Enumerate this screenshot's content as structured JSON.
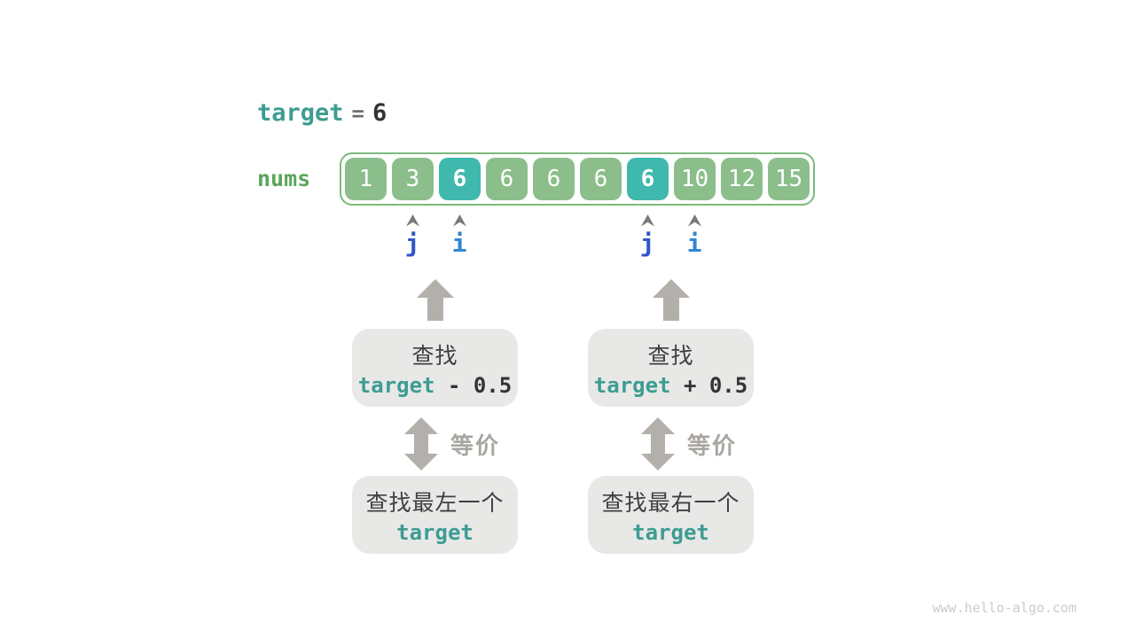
{
  "header": {
    "target_keyword": "target",
    "equals": "=",
    "value": "6"
  },
  "array": {
    "label": "nums",
    "cells": [
      {
        "value": "1",
        "highlight": false
      },
      {
        "value": "3",
        "highlight": false
      },
      {
        "value": "6",
        "highlight": true
      },
      {
        "value": "6",
        "highlight": false
      },
      {
        "value": "6",
        "highlight": false
      },
      {
        "value": "6",
        "highlight": false
      },
      {
        "value": "6",
        "highlight": true
      },
      {
        "value": "10",
        "highlight": false
      },
      {
        "value": "12",
        "highlight": false
      },
      {
        "value": "15",
        "highlight": false
      }
    ]
  },
  "pointers": [
    {
      "label": "j",
      "color": "#3056c8"
    },
    {
      "label": "i",
      "color": "#3186d3"
    },
    {
      "label": "j",
      "color": "#3056c8"
    },
    {
      "label": "i",
      "color": "#3186d3"
    }
  ],
  "flow": {
    "left": {
      "search_line1": "查找",
      "search_keyword": "target",
      "search_op": " - 0.5",
      "equiv_label": "等价",
      "base_line1": "查找最左一个",
      "base_keyword": "target"
    },
    "right": {
      "search_line1": "查找",
      "search_keyword": "target",
      "search_op": " + 0.5",
      "equiv_label": "等价",
      "base_line1": "查找最右一个",
      "base_keyword": "target"
    }
  },
  "colors": {
    "teal_text": "#3d9c92",
    "nums_green": "#5aa65a",
    "cell_green": "#8bbe8b",
    "cell_teal": "#3fb8ae",
    "array_border_green": "#7cba7c",
    "box_gray": "#e8e8e7",
    "arrow_gray": "#b3b0ac",
    "equiv_gray": "#a9a6a2",
    "caret_gray": "#7b7977",
    "dark_text": "#333333"
  },
  "page": {
    "watermark": "www.hello-algo.com"
  }
}
